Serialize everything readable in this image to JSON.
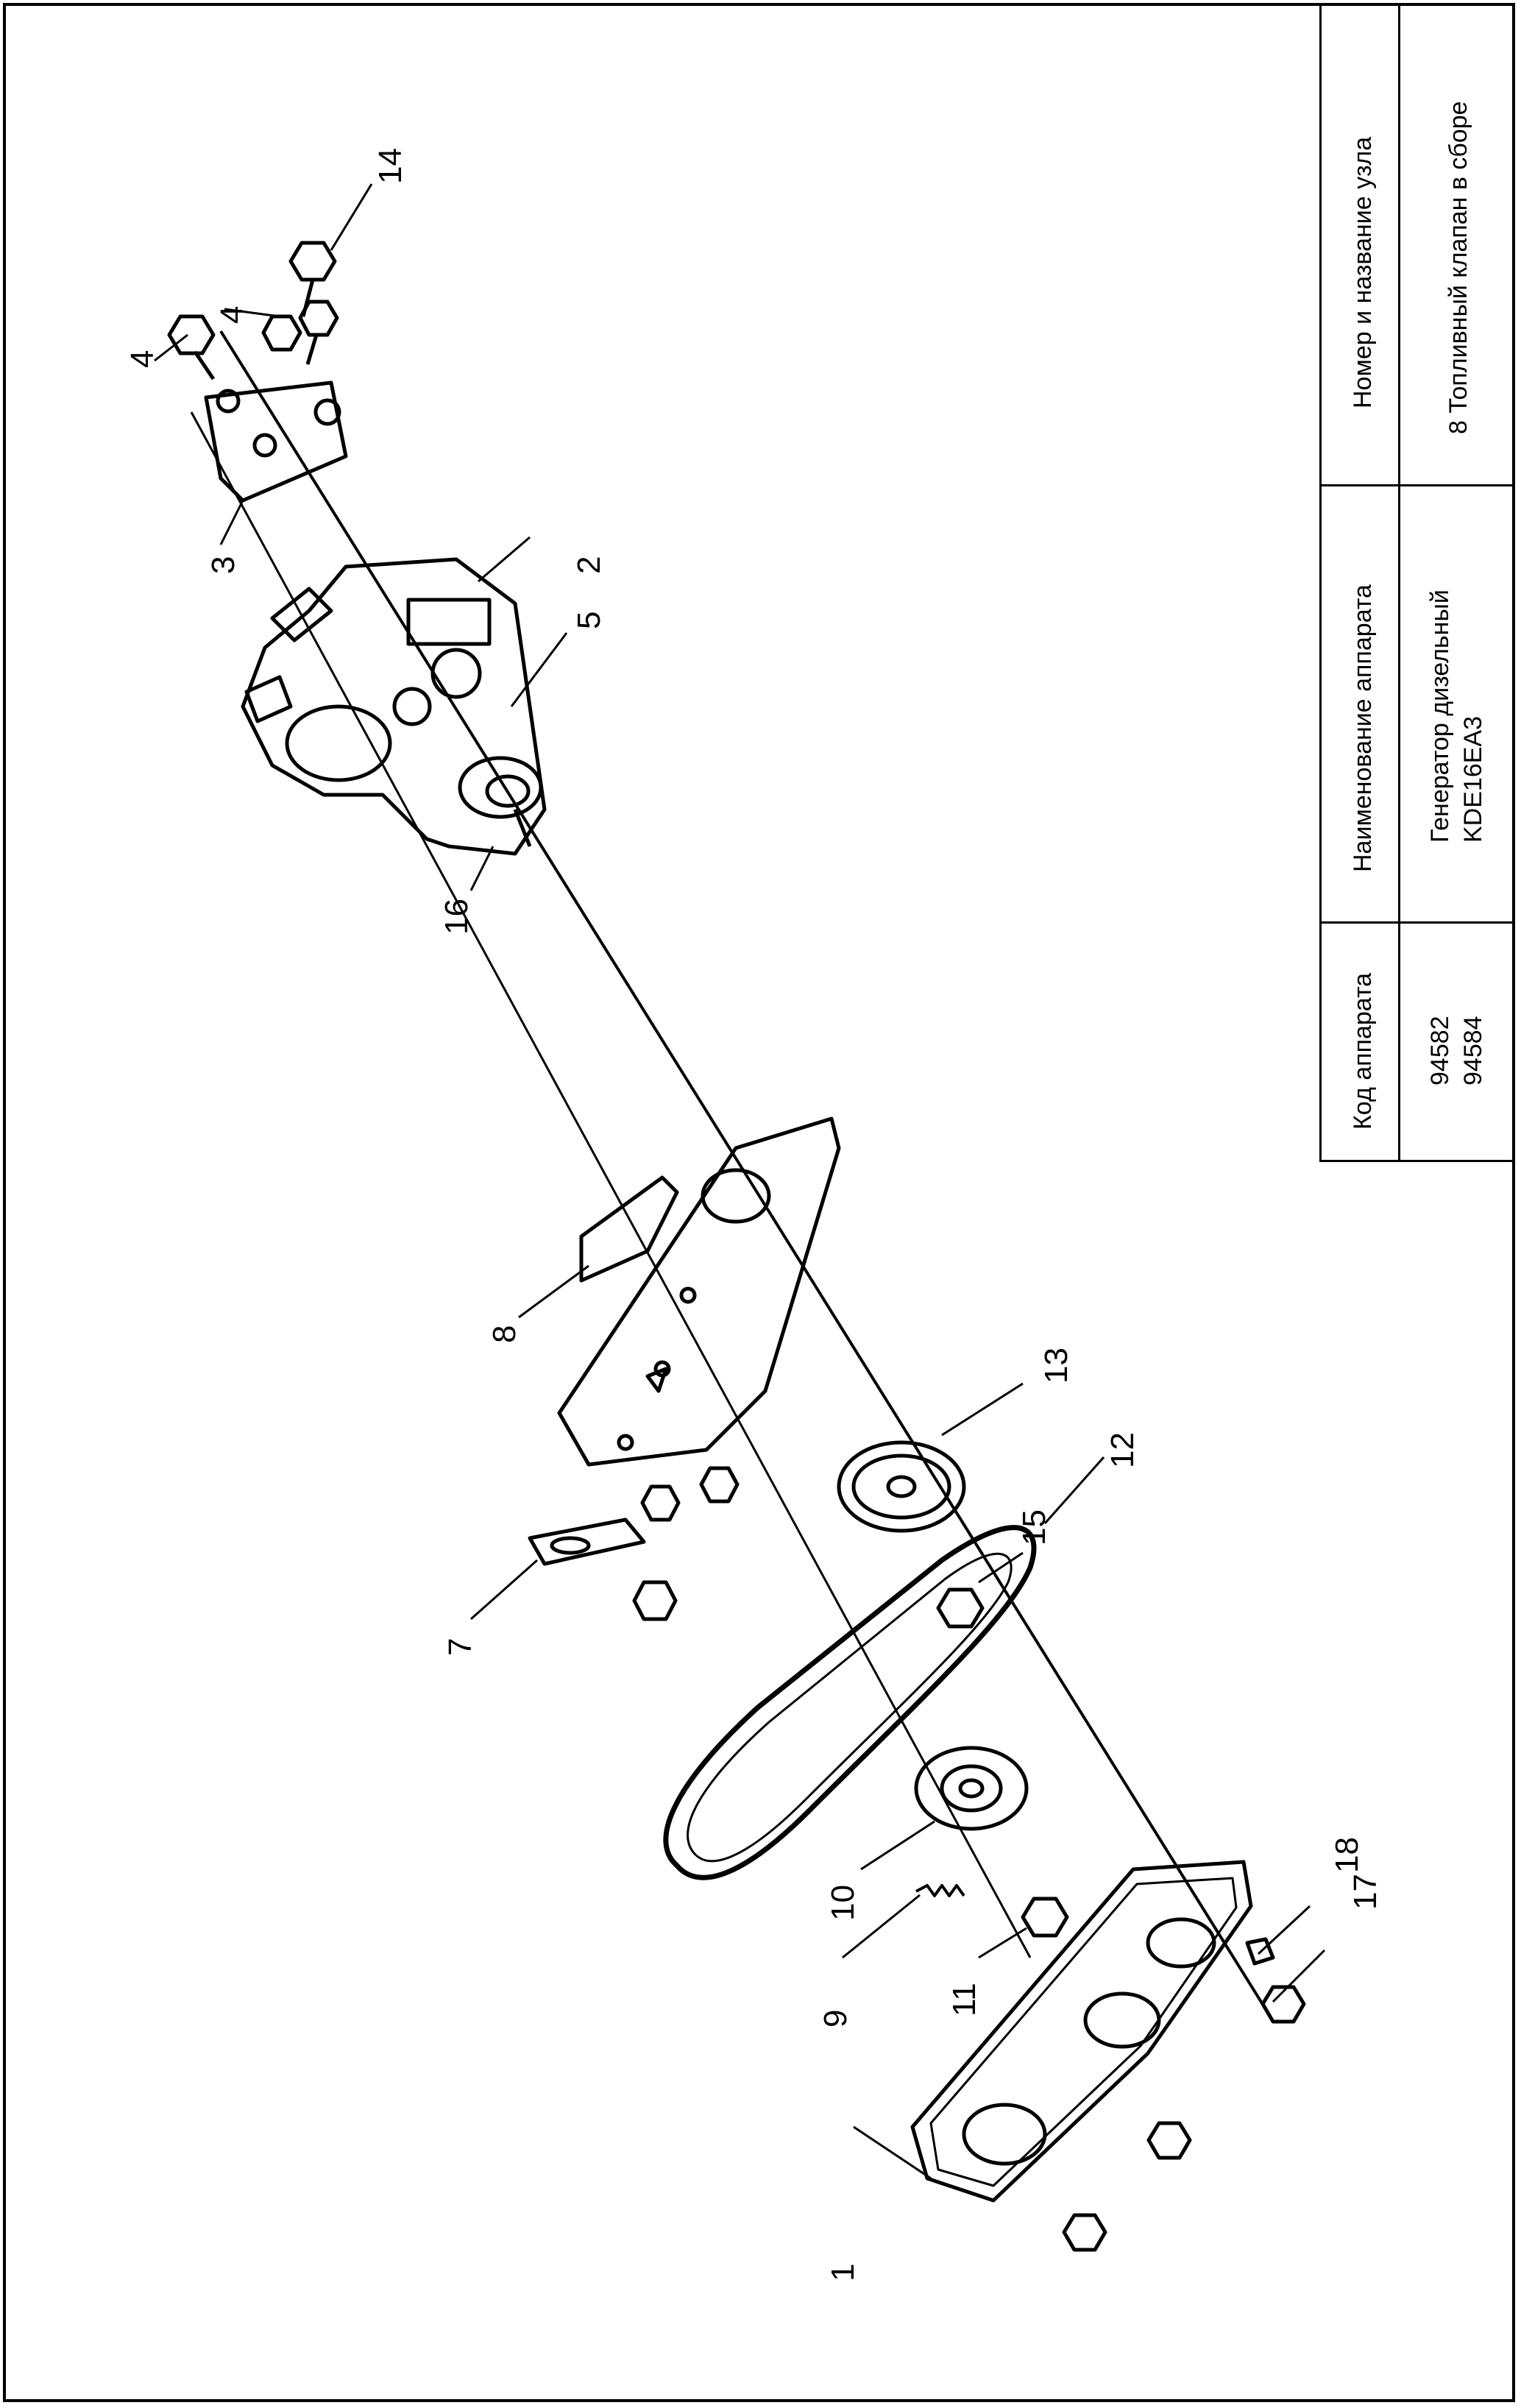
{
  "title_block": {
    "headers": {
      "code": "Код аппарата",
      "name": "Наименование аппарата",
      "node": "Номер и название узла"
    },
    "values": {
      "code_1": "94582",
      "code_2": "94584",
      "name_1": "Генератор дизельный",
      "name_2": "KDE16EA3",
      "node": "8 Топливный клапан в сборе"
    }
  },
  "callouts": [
    "1",
    "2",
    "3",
    "4",
    "4",
    "5",
    "7",
    "8",
    "9",
    "10",
    "11",
    "12",
    "13",
    "14",
    "15",
    "16",
    "17",
    "18"
  ]
}
